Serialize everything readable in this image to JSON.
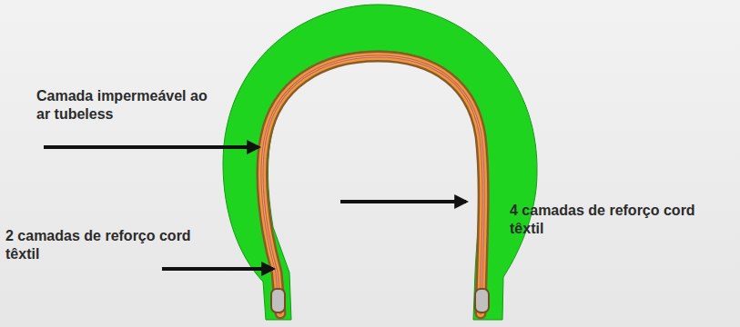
{
  "diagram": {
    "labels": [
      "Camada impermeável ao ar tubeless",
      "2 camadas de reforço cord têxtil",
      "4 camadas de reforço cord têxtil"
    ]
  }
}
